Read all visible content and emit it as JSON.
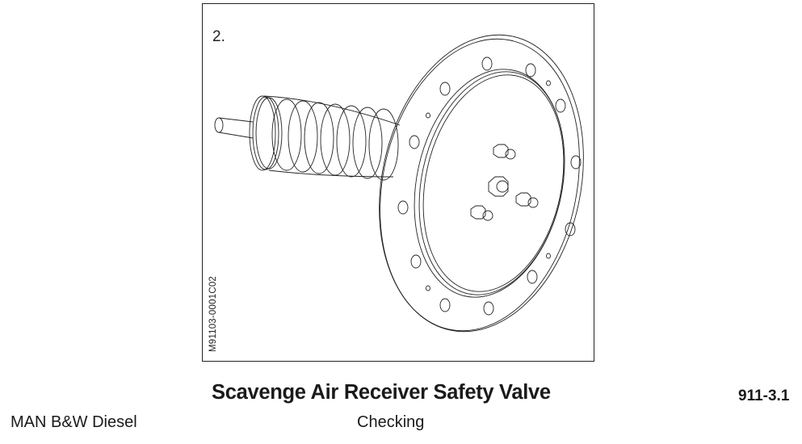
{
  "figure": {
    "step_number": "2.",
    "figure_code": "M91103-0001C02",
    "illustration": "safety-valve-isometric-drawing"
  },
  "footer": {
    "title": "Scavenge Air Receiver Safety Valve",
    "document_number": "911-3.1",
    "brand": "MAN B&W Diesel",
    "subtitle": "Checking"
  }
}
